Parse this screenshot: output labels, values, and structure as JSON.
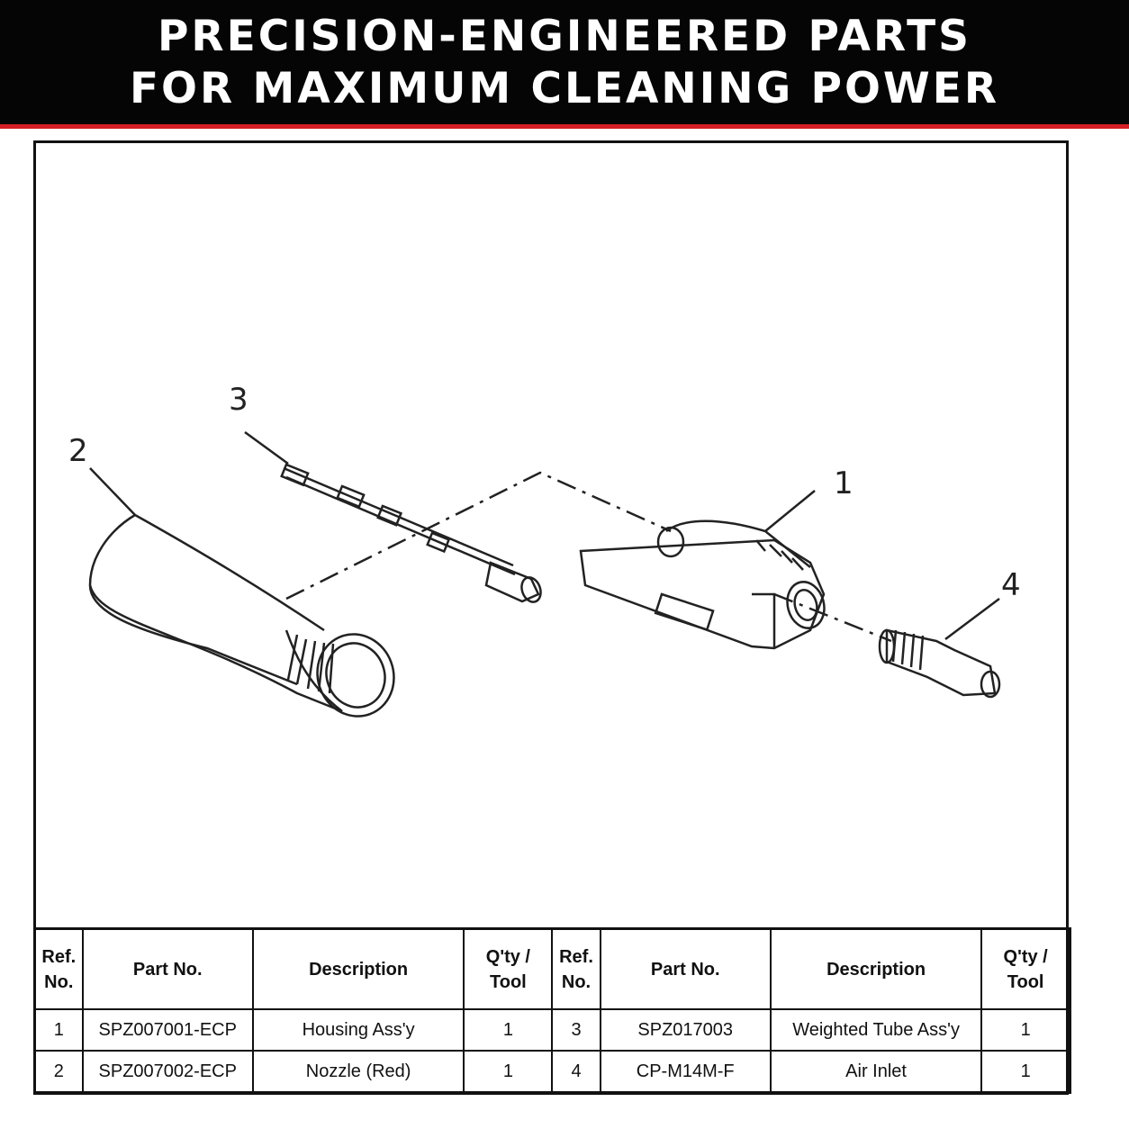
{
  "header": {
    "line1": "PRECISION-ENGINEERED PARTS",
    "line2": "FOR MAXIMUM CLEANING POWER",
    "background": "#050505",
    "accent": "#d51f26"
  },
  "callouts": [
    "1",
    "2",
    "3",
    "4"
  ],
  "table": {
    "headers": {
      "ref_line1": "Ref.",
      "ref_line2": "No.",
      "part_no": "Part No.",
      "description": "Description",
      "qty_line1": "Q'ty /",
      "qty_line2": "Tool"
    },
    "rows": [
      {
        "left": {
          "ref": "1",
          "part": "SPZ007001-ECP",
          "desc": "Housing Ass'y",
          "qty": "1"
        },
        "right": {
          "ref": "3",
          "part": "SPZ017003",
          "desc": "Weighted Tube Ass'y",
          "qty": "1"
        }
      },
      {
        "left": {
          "ref": "2",
          "part": "SPZ007002-ECP",
          "desc": "Nozzle (Red)",
          "qty": "1"
        },
        "right": {
          "ref": "4",
          "part": "CP-M14M-F",
          "desc": "Air Inlet",
          "qty": "1"
        }
      }
    ]
  }
}
